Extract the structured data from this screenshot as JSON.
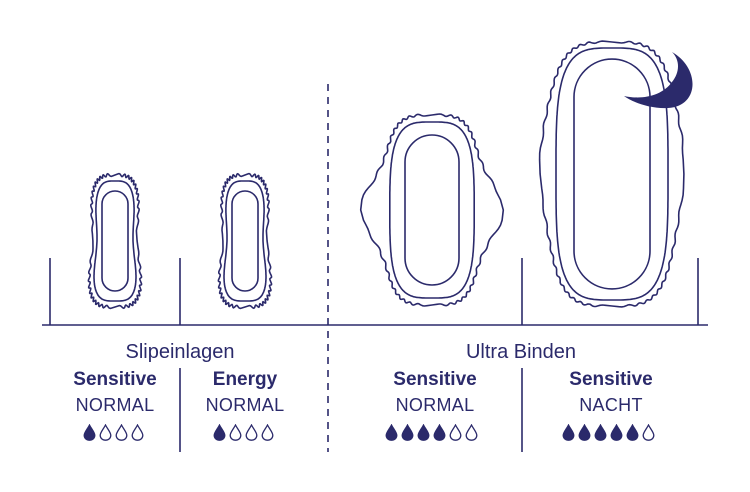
{
  "colors": {
    "navy": "#2b2a6b",
    "background": "#ffffff"
  },
  "groups": [
    {
      "title": "Slipeinlagen",
      "products": [
        {
          "name": "Sensitive",
          "variant": "NORMAL",
          "absorbency": 1,
          "max": 4
        },
        {
          "name": "Energy",
          "variant": "NORMAL",
          "absorbency": 1,
          "max": 4
        }
      ]
    },
    {
      "title": "Ultra Binden",
      "products": [
        {
          "name": "Sensitive",
          "variant": "NORMAL",
          "absorbency": 4,
          "max": 6
        },
        {
          "name": "Sensitive",
          "variant": "NACHT",
          "absorbency": 5,
          "max": 6
        }
      ]
    }
  ],
  "icons": [
    "panty-liner-icon",
    "panty-liner-icon",
    "ultra-pad-icon",
    "night-pad-icon",
    "moon-icon",
    "drop-icon"
  ]
}
